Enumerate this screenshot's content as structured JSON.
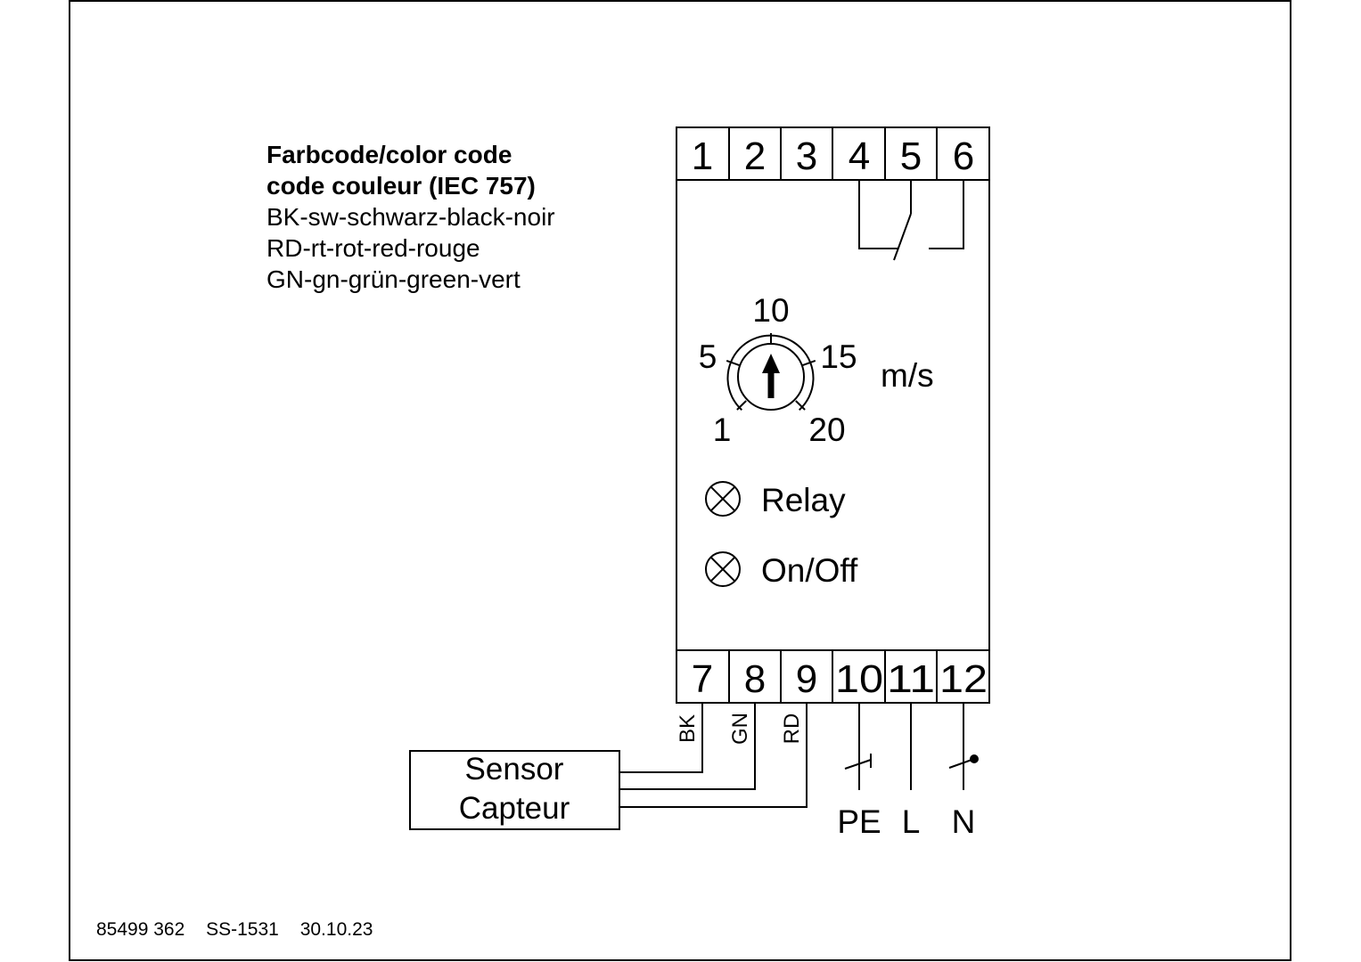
{
  "legend": {
    "title_line1": "Farbcode/color code",
    "title_line2": "code couleur (IEC 757)",
    "entries": [
      "BK-sw-schwarz-black-noir",
      "RD-rt-rot-red-rouge",
      "GN-gn-grün-green-vert"
    ]
  },
  "terminals_top": [
    "1",
    "2",
    "3",
    "4",
    "5",
    "6"
  ],
  "terminals_bottom": [
    "7",
    "8",
    "9",
    "10",
    "11",
    "12"
  ],
  "dial": {
    "ticks": [
      "1",
      "5",
      "10",
      "15",
      "20"
    ],
    "unit": "m/s"
  },
  "indicators": [
    "Relay",
    "On/Off"
  ],
  "wire_colors": [
    "BK",
    "GN",
    "RD"
  ],
  "sensor": {
    "line1": "Sensor",
    "line2": "Capteur"
  },
  "supply": [
    "PE",
    "L",
    "N"
  ],
  "footer": {
    "part_number": "85499 362",
    "code": "SS-1531",
    "date": "30.10.23"
  }
}
